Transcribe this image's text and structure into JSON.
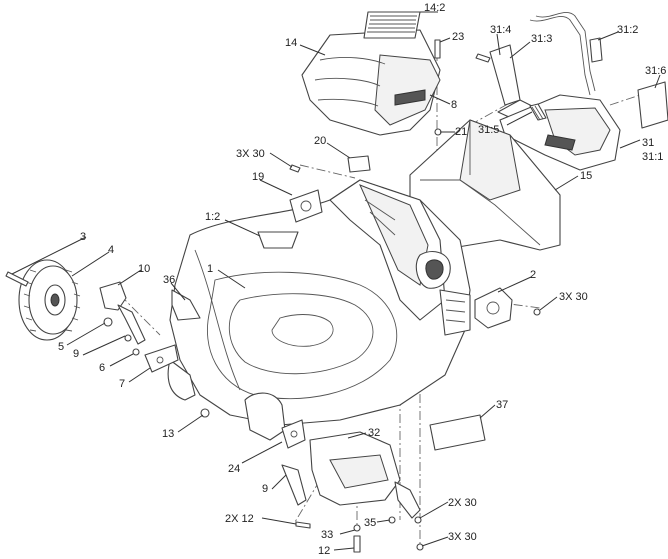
{
  "callouts": {
    "c14_2": "14:2",
    "c14": "14",
    "c23": "23",
    "c31_4": "31:4",
    "c31_3": "31:3",
    "c31_2": "31:2",
    "c31_6": "31:6",
    "c8": "8",
    "c21": "21",
    "c31_5": "31:5",
    "c31": "31",
    "c31_1": "31:1",
    "c3x30_top": "3X 30",
    "c20": "20",
    "c19": "19",
    "c15": "15",
    "c1_2": "1:2",
    "c3": "3",
    "c4": "4",
    "c10": "10",
    "c36": "36",
    "c1": "1",
    "c2": "2",
    "c3x30_right": "3X 30",
    "c5": "5",
    "c9_left": "9",
    "c6": "6",
    "c7": "7",
    "c13": "13",
    "c37": "37",
    "c32": "32",
    "c24": "24",
    "c9_bottom": "9",
    "c2x30": "2X 30",
    "c2x12": "2X 12",
    "c33": "33",
    "c35": "35",
    "c3x30_bottom": "3X 30",
    "c12": "12"
  }
}
